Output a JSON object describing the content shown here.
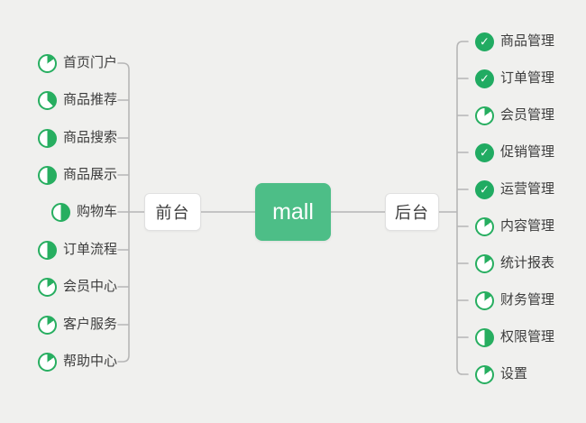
{
  "canvas": {
    "background": "#f0f0ee"
  },
  "palette": {
    "icon_green": "#27ae60",
    "done_green": "#21ab62",
    "root_green": "#4dbe87",
    "line_gray": "#b6b6b6",
    "text_dark": "#3d3d3d"
  },
  "icons": {
    "check_glyph": "✓"
  },
  "root": {
    "label": "mall"
  },
  "branches": {
    "left": {
      "label": "前台",
      "items": [
        {
          "label": "首页门户",
          "progress": 0.15
        },
        {
          "label": "商品推荐",
          "progress": 0.375
        },
        {
          "label": "商品搜索",
          "progress": 0.5
        },
        {
          "label": "商品展示",
          "progress": 0.5
        },
        {
          "label": "购物车",
          "progress": 0.5
        },
        {
          "label": "订单流程",
          "progress": 0.5
        },
        {
          "label": "会员中心",
          "progress": 0.15
        },
        {
          "label": "客户服务",
          "progress": 0.15
        },
        {
          "label": "帮助中心",
          "progress": 0.15
        }
      ]
    },
    "right": {
      "label": "后台",
      "items": [
        {
          "label": "商品管理",
          "progress": "done"
        },
        {
          "label": "订单管理",
          "progress": "done"
        },
        {
          "label": "会员管理",
          "progress": 0.15
        },
        {
          "label": "促销管理",
          "progress": "done"
        },
        {
          "label": "运营管理",
          "progress": "done"
        },
        {
          "label": "内容管理",
          "progress": 0.15
        },
        {
          "label": "统计报表",
          "progress": 0.15
        },
        {
          "label": "财务管理",
          "progress": 0.15
        },
        {
          "label": "权限管理",
          "progress": 0.5
        },
        {
          "label": "设置",
          "progress": 0.15
        }
      ]
    }
  }
}
